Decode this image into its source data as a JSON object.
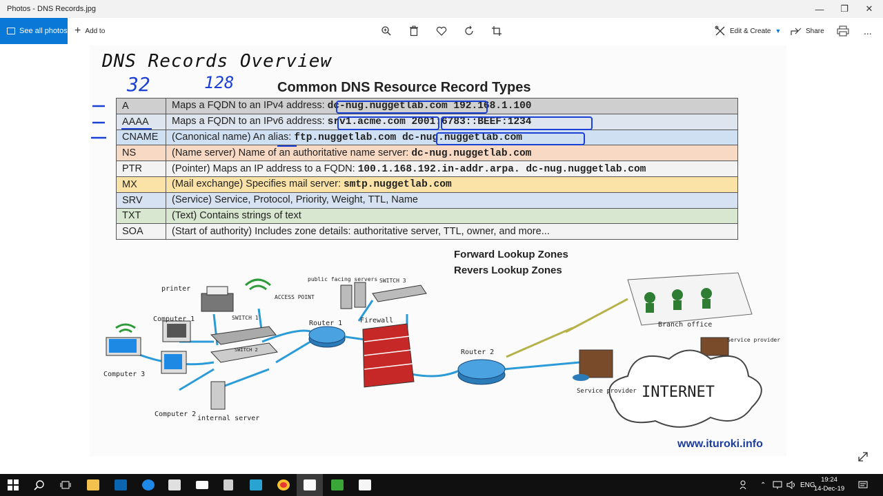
{
  "window": {
    "title": "Photos - DNS Records.jpg",
    "minimize_glyph": "—",
    "maximize_glyph": "❐",
    "close_glyph": "✕"
  },
  "toolbar": {
    "see_all": "See all photos",
    "add_to": "Add to",
    "edit_create": "Edit & Create",
    "share": "Share",
    "more": "...",
    "icons": [
      "zoom-in-icon",
      "delete-icon",
      "favorite-icon",
      "rotate-icon",
      "crop-icon",
      "print-icon"
    ]
  },
  "slide": {
    "handwritten_title": "DNS Records Overview",
    "annotation_32": "32",
    "annotation_128": "128",
    "table_title": "Common DNS Resource Record Types",
    "rows": [
      {
        "type": "A",
        "desc": "Maps a FQDN to an IPv4 address: ",
        "code": "dc-nug.nuggetlab.com 192.168.1.100",
        "color": "#cfcfcf"
      },
      {
        "type": "AAAA",
        "desc": "Maps a FQDN to an IPv6 address: ",
        "code": "srv1.acme.com 2001:6783::BEEF:1234",
        "color": "#dfe5ee"
      },
      {
        "type": "CNAME",
        "desc": "(Canonical name) An alias: ",
        "code": "ftp.nuggetlab.com dc-nug.nuggetlab.com",
        "color": "#cfe0f3"
      },
      {
        "type": "NS",
        "desc": "(Name server) Name of an authoritative name server: ",
        "code": "dc-nug.nuggetlab.com",
        "color": "#f7d9c4"
      },
      {
        "type": "PTR",
        "desc": "(Pointer) Maps an IP address to a FQDN: ",
        "code": "100.1.168.192.in-addr.arpa. dc-nug.nuggetlab.com",
        "color": "#f3f3f3"
      },
      {
        "type": "MX",
        "desc": "(Mail exchange) Specifies mail server: ",
        "code": "smtp.nuggetlab.com",
        "color": "#fbe3a8"
      },
      {
        "type": "SRV",
        "desc": "(Service) Service, Protocol, Priority, Weight, TTL, Name",
        "code": "",
        "color": "#d6e2f1"
      },
      {
        "type": "TXT",
        "desc": "(Text) Contains strings of text",
        "code": "",
        "color": "#d8e7cf"
      },
      {
        "type": "SOA",
        "desc": "(Start of authority) Includes zone details: authoritative server, TTL, owner, and more...",
        "code": "",
        "color": "#f3f3f3"
      }
    ],
    "zones": [
      "Forward Lookup Zones",
      "Revers Lookup Zones"
    ],
    "diagram": {
      "printer": "printer",
      "computer1": "Computer 1",
      "computer2": "Computer 2",
      "computer3": "Computer 3",
      "internal_server": "internal server",
      "access_point": "ACCESS POINT",
      "switch1": "SWITCH 1",
      "switch2": "SWITCH 2",
      "switch3": "SWITCH 3",
      "public_servers": "public facing servers",
      "router1": "Router 1",
      "router2": "Router 2",
      "firewall": "Firewall",
      "branch_office": "Branch office",
      "service_provider": "Service provider",
      "internet": "INTERNET"
    },
    "website": "www.ituroki.info"
  },
  "taskbar": {
    "apps": [
      "start-icon",
      "search-icon",
      "task-view-icon",
      "file-explorer-icon",
      "outlook-icon",
      "edge-icon",
      "store-icon",
      "mail-icon",
      "calculator-icon",
      "app-icon",
      "chrome-icon",
      "photos-icon",
      "camtasia-icon",
      "camtasia-recorder-icon"
    ],
    "language": "ENG",
    "time": "19:24",
    "date": "14-Dec-19"
  }
}
